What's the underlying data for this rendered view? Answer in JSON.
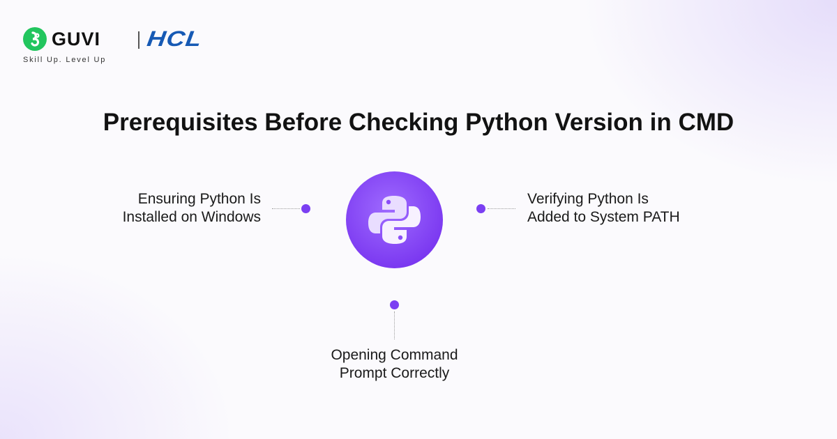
{
  "brand": {
    "guvi": "GUVI",
    "hcl": "HCL",
    "tagline": "Skill Up. Level Up",
    "guvi_color": "#22c55e",
    "hcl_color": "#1659b4"
  },
  "title": "Prerequisites Before Checking Python Version in CMD",
  "center": {
    "icon": "python-logo-icon",
    "color": "#7b3ff2"
  },
  "items": [
    {
      "position": "left",
      "line1": "Ensuring Python Is",
      "line2": "Installed on Windows"
    },
    {
      "position": "right",
      "line1": "Verifying Python Is",
      "line2": "Added to System PATH"
    },
    {
      "position": "bottom",
      "line1": "Opening Command",
      "line2": "Prompt Correctly"
    }
  ]
}
